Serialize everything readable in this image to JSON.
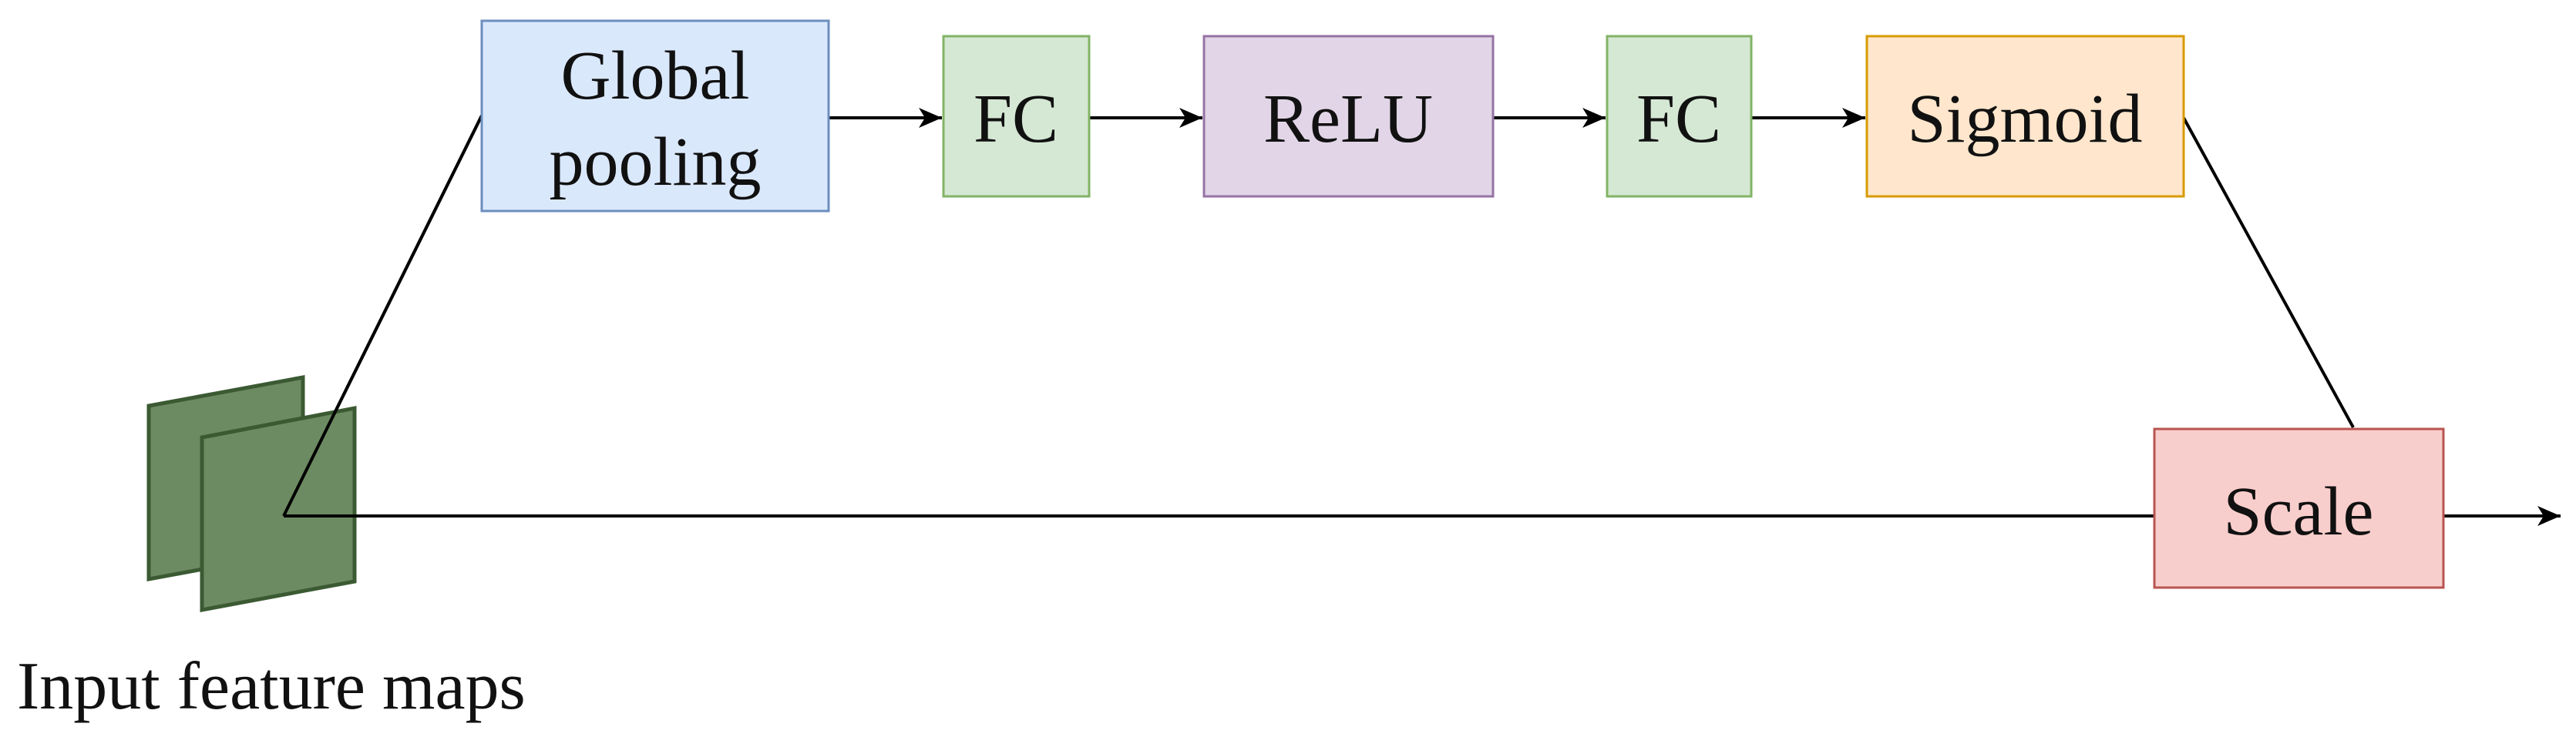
{
  "diagram": {
    "nodes": {
      "global_pooling": {
        "label_line1": "Global",
        "label_line2": "pooling",
        "fill": "#dae8fc",
        "stroke": "#6c8ebf"
      },
      "fc1": {
        "label": "FC",
        "fill": "#d5e8d4",
        "stroke": "#82b366"
      },
      "relu": {
        "label": "ReLU",
        "fill": "#e1d5e7",
        "stroke": "#9673a6"
      },
      "fc2": {
        "label": "FC",
        "fill": "#d5e8d4",
        "stroke": "#82b366"
      },
      "sigmoid": {
        "label": "Sigmoid",
        "fill": "#ffe6cc",
        "stroke": "#d79b00"
      },
      "scale": {
        "label": "Scale",
        "fill": "#f8cecc",
        "stroke": "#b85450"
      }
    },
    "input": {
      "caption": "Input feature maps",
      "map_fill": "#6d8b62",
      "map_stroke": "#3b5a33"
    }
  }
}
